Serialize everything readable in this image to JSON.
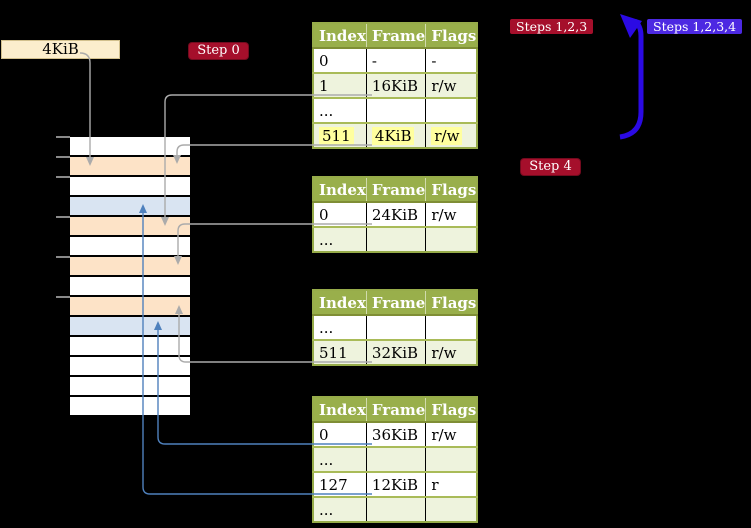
{
  "labels": {
    "page_size": "4KiB",
    "step0": "Step 0",
    "steps123": "Steps 1,2,3",
    "steps1234": "Steps 1,2,3,4",
    "step4": "Step 4"
  },
  "colors": {
    "bg": "#000000",
    "badge_red": "#a50f2b",
    "badge_violet": "#4c29e2",
    "arrow_big_blue": "#2b0ae4",
    "connector_gray": "#ababab",
    "connector_blue": "#4f81bd",
    "table_header_olive": "#99af4b",
    "table_border_olive": "#97ac4a",
    "row_separator_olive": "#a9bb58",
    "table_row_green": "#eef3dd",
    "highlight_yellow": "#ffff9e",
    "label_beige": "#fceecd",
    "stack_orange": "#fde3c7",
    "stack_blue": "#d9e4f2",
    "stack_white": "#ffffff",
    "tick_gray": "#8a8a8a"
  },
  "stack": {
    "rows": [
      "white",
      "orange",
      "white",
      "blue",
      "orange",
      "white",
      "orange",
      "white",
      "orange",
      "blue",
      "white",
      "white",
      "white",
      "white"
    ],
    "tick_offsets": [
      0,
      20,
      40,
      80,
      120,
      160
    ]
  },
  "tables": [
    {
      "name": "page-table-1",
      "headers": [
        "Index",
        "Frame",
        "Flags"
      ],
      "rows": [
        {
          "cells": [
            "0",
            "-",
            "-"
          ],
          "shaded": false,
          "highlight": false
        },
        {
          "cells": [
            "1",
            "16KiB",
            "r/w"
          ],
          "shaded": true,
          "highlight": false
        },
        {
          "cells": [
            "...",
            "",
            ""
          ],
          "shaded": false,
          "highlight": false
        },
        {
          "cells": [
            "511",
            "4KiB",
            "r/w"
          ],
          "shaded": true,
          "highlight": true
        }
      ]
    },
    {
      "name": "page-table-2",
      "headers": [
        "Index",
        "Frame",
        "Flags"
      ],
      "rows": [
        {
          "cells": [
            "0",
            "24KiB",
            "r/w"
          ],
          "shaded": false,
          "highlight": false
        },
        {
          "cells": [
            "...",
            "",
            ""
          ],
          "shaded": true,
          "highlight": false
        }
      ]
    },
    {
      "name": "page-table-3",
      "headers": [
        "Index",
        "Frame",
        "Flags"
      ],
      "rows": [
        {
          "cells": [
            "...",
            "",
            ""
          ],
          "shaded": false,
          "highlight": false
        },
        {
          "cells": [
            "511",
            "32KiB",
            "r/w"
          ],
          "shaded": true,
          "highlight": false
        }
      ]
    },
    {
      "name": "page-table-4",
      "headers": [
        "Index",
        "Frame",
        "Flags"
      ],
      "rows": [
        {
          "cells": [
            "0",
            "36KiB",
            "r/w"
          ],
          "shaded": false,
          "highlight": false
        },
        {
          "cells": [
            "...",
            "",
            ""
          ],
          "shaded": true,
          "highlight": false
        },
        {
          "cells": [
            "127",
            "12KiB",
            "r"
          ],
          "shaded": false,
          "highlight": false
        },
        {
          "cells": [
            "...",
            "",
            ""
          ],
          "shaded": true,
          "highlight": false
        }
      ]
    }
  ],
  "connectors": [
    {
      "from": "label-4KiB",
      "to": "memory-frame-4KiB",
      "color": "gray"
    },
    {
      "from": "page-table-1-index-1",
      "to": "memory-frame-16KiB",
      "color": "gray"
    },
    {
      "from": "page-table-1-index-511",
      "to": "memory-frame-4KiB",
      "color": "gray"
    },
    {
      "from": "page-table-2-index-0",
      "to": "memory-frame-24KiB",
      "color": "gray"
    },
    {
      "from": "page-table-3-index-511",
      "to": "memory-frame-32KiB",
      "color": "gray"
    },
    {
      "from": "page-table-4-index-0",
      "to": "memory-frame-36KiB",
      "color": "blue"
    },
    {
      "from": "page-table-4-index-127",
      "to": "memory-frame-12KiB",
      "color": "blue"
    },
    {
      "from": "page-table-1-row-511",
      "to": "steps-labels",
      "color": "big-blue"
    }
  ]
}
